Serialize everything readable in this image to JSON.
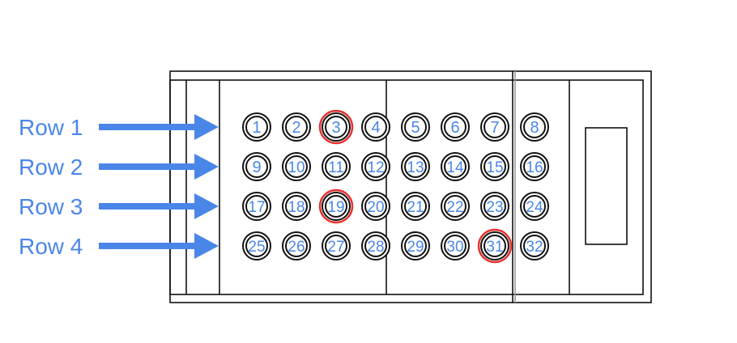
{
  "rows": [
    {
      "label": "Row 1",
      "cells": [
        "1",
        "2",
        "3",
        "4",
        "5",
        "6",
        "7",
        "8"
      ]
    },
    {
      "label": "Row 2",
      "cells": [
        "9",
        "10",
        "11",
        "12",
        "13",
        "14",
        "15",
        "16"
      ]
    },
    {
      "label": "Row 3",
      "cells": [
        "17",
        "18",
        "19",
        "20",
        "21",
        "22",
        "23",
        "24"
      ]
    },
    {
      "label": "Row 4",
      "cells": [
        "25",
        "26",
        "27",
        "28",
        "29",
        "30",
        "31",
        "32"
      ]
    }
  ],
  "highlighted": [
    "3",
    "19",
    "31"
  ],
  "colors": {
    "accent": "#4a86e8",
    "highlight": "#e8312f",
    "line": "#111111"
  }
}
